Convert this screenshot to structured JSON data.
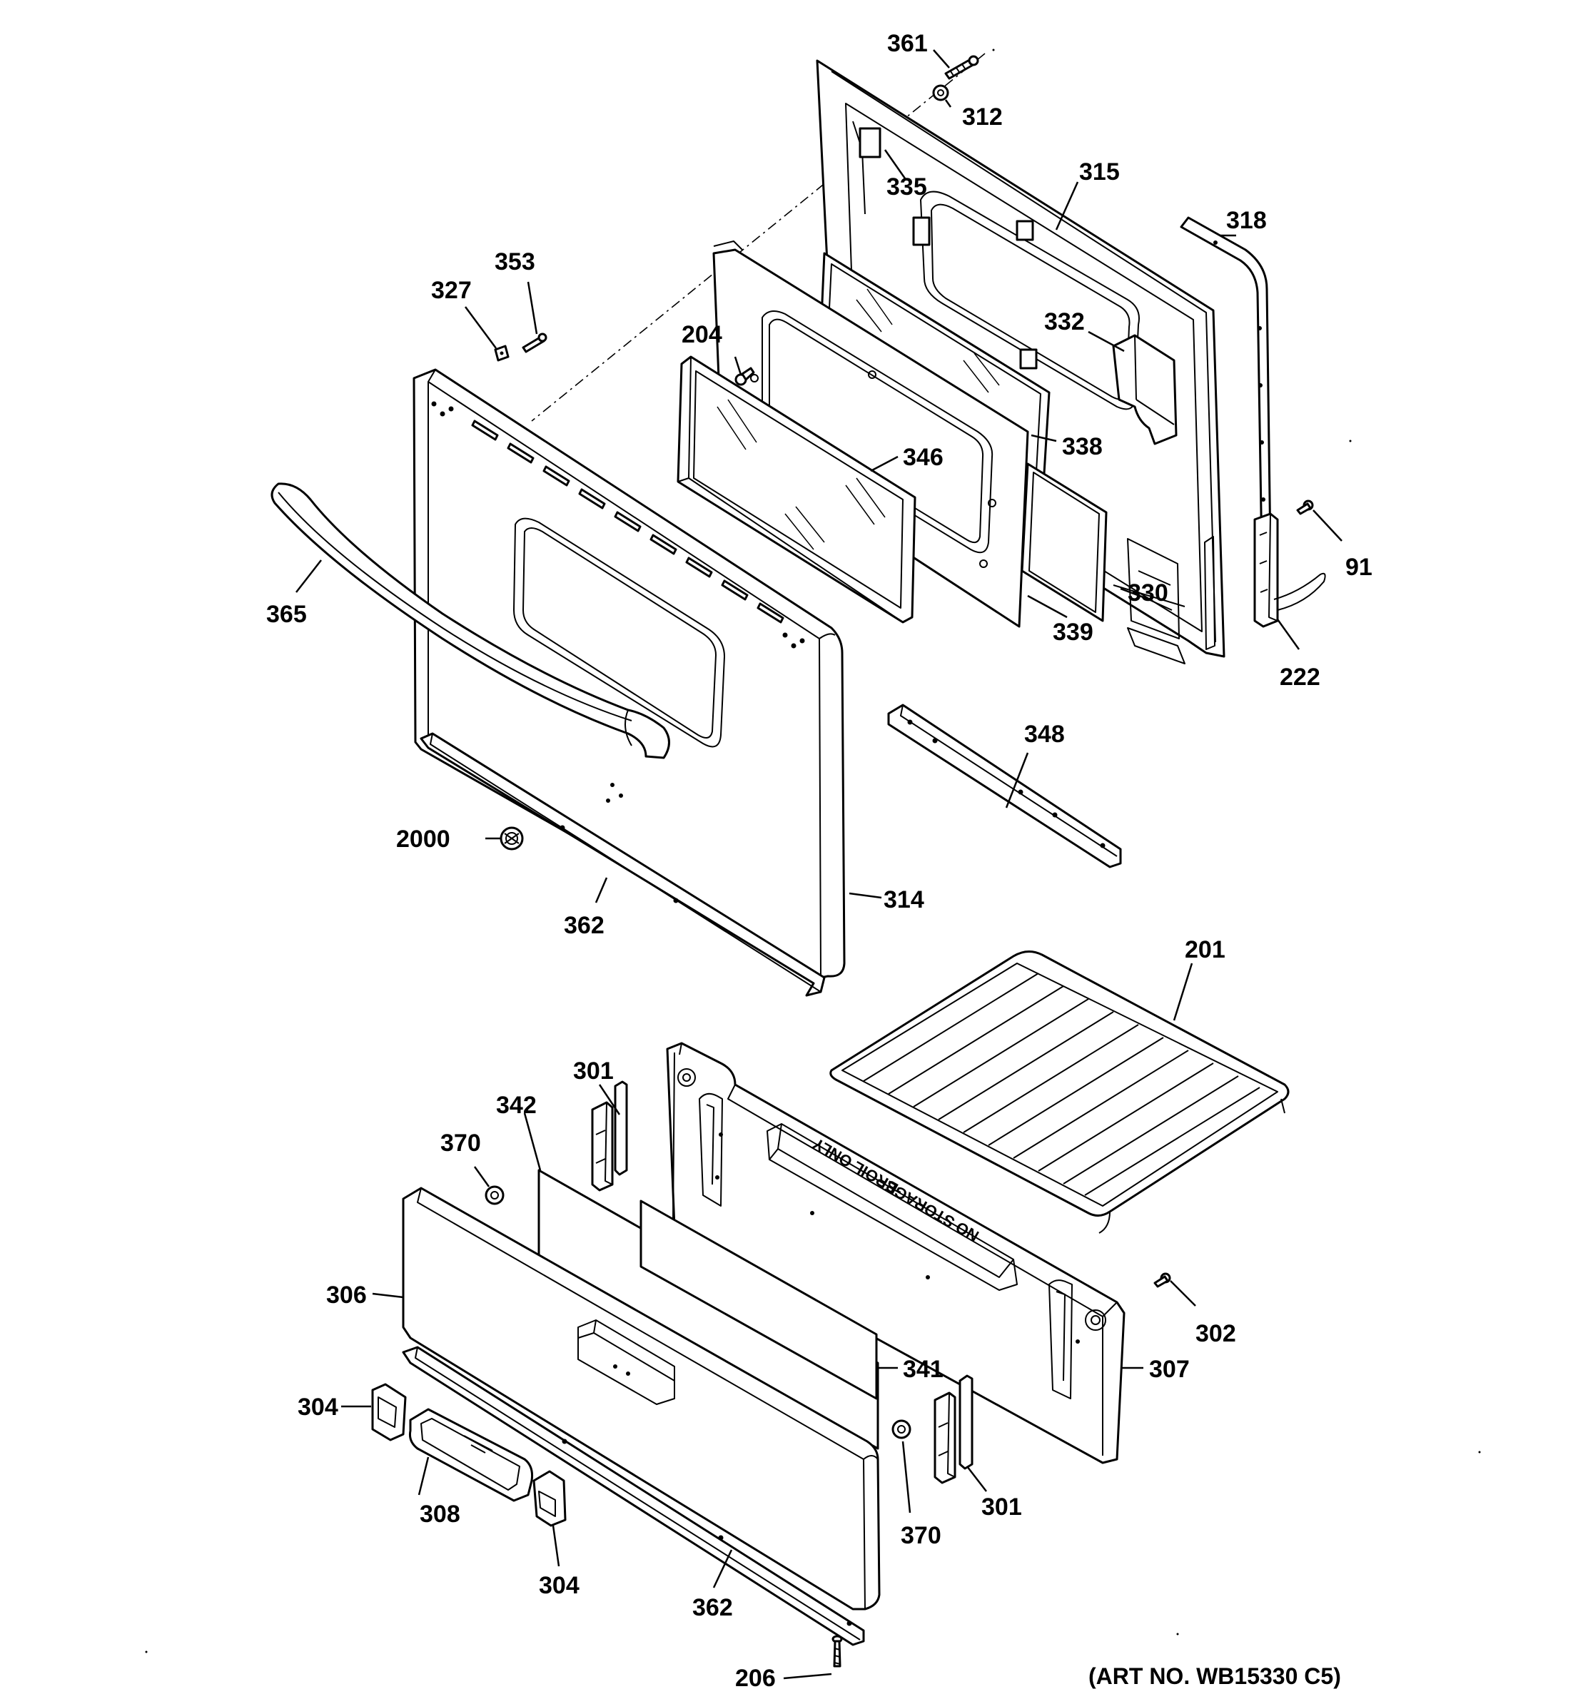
{
  "labels": {
    "l361": "361",
    "l312": "312",
    "l335": "335",
    "l315": "315",
    "l318": "318",
    "l353": "353",
    "l327": "327",
    "l332": "332",
    "l204": "204",
    "l338": "338",
    "l346": "346",
    "l91": "91",
    "l365": "365",
    "l330": "330",
    "l339": "339",
    "l222": "222",
    "l348": "348",
    "l2000": "2000",
    "l314": "314",
    "l362a": "362",
    "l201": "201",
    "l301a": "301",
    "l342": "342",
    "l370a": "370",
    "l306": "306",
    "l302": "302",
    "l341": "341",
    "l307": "307",
    "l304a": "304",
    "l308": "308",
    "l370b": "370",
    "l301b": "301",
    "l304b": "304",
    "l362b": "362",
    "l206": "206"
  },
  "embossed_text": {
    "broil_only": "BROIL ONLY",
    "no_storage": "NO STORAGE"
  },
  "art_number": "(ART NO. WB15330 C5)"
}
